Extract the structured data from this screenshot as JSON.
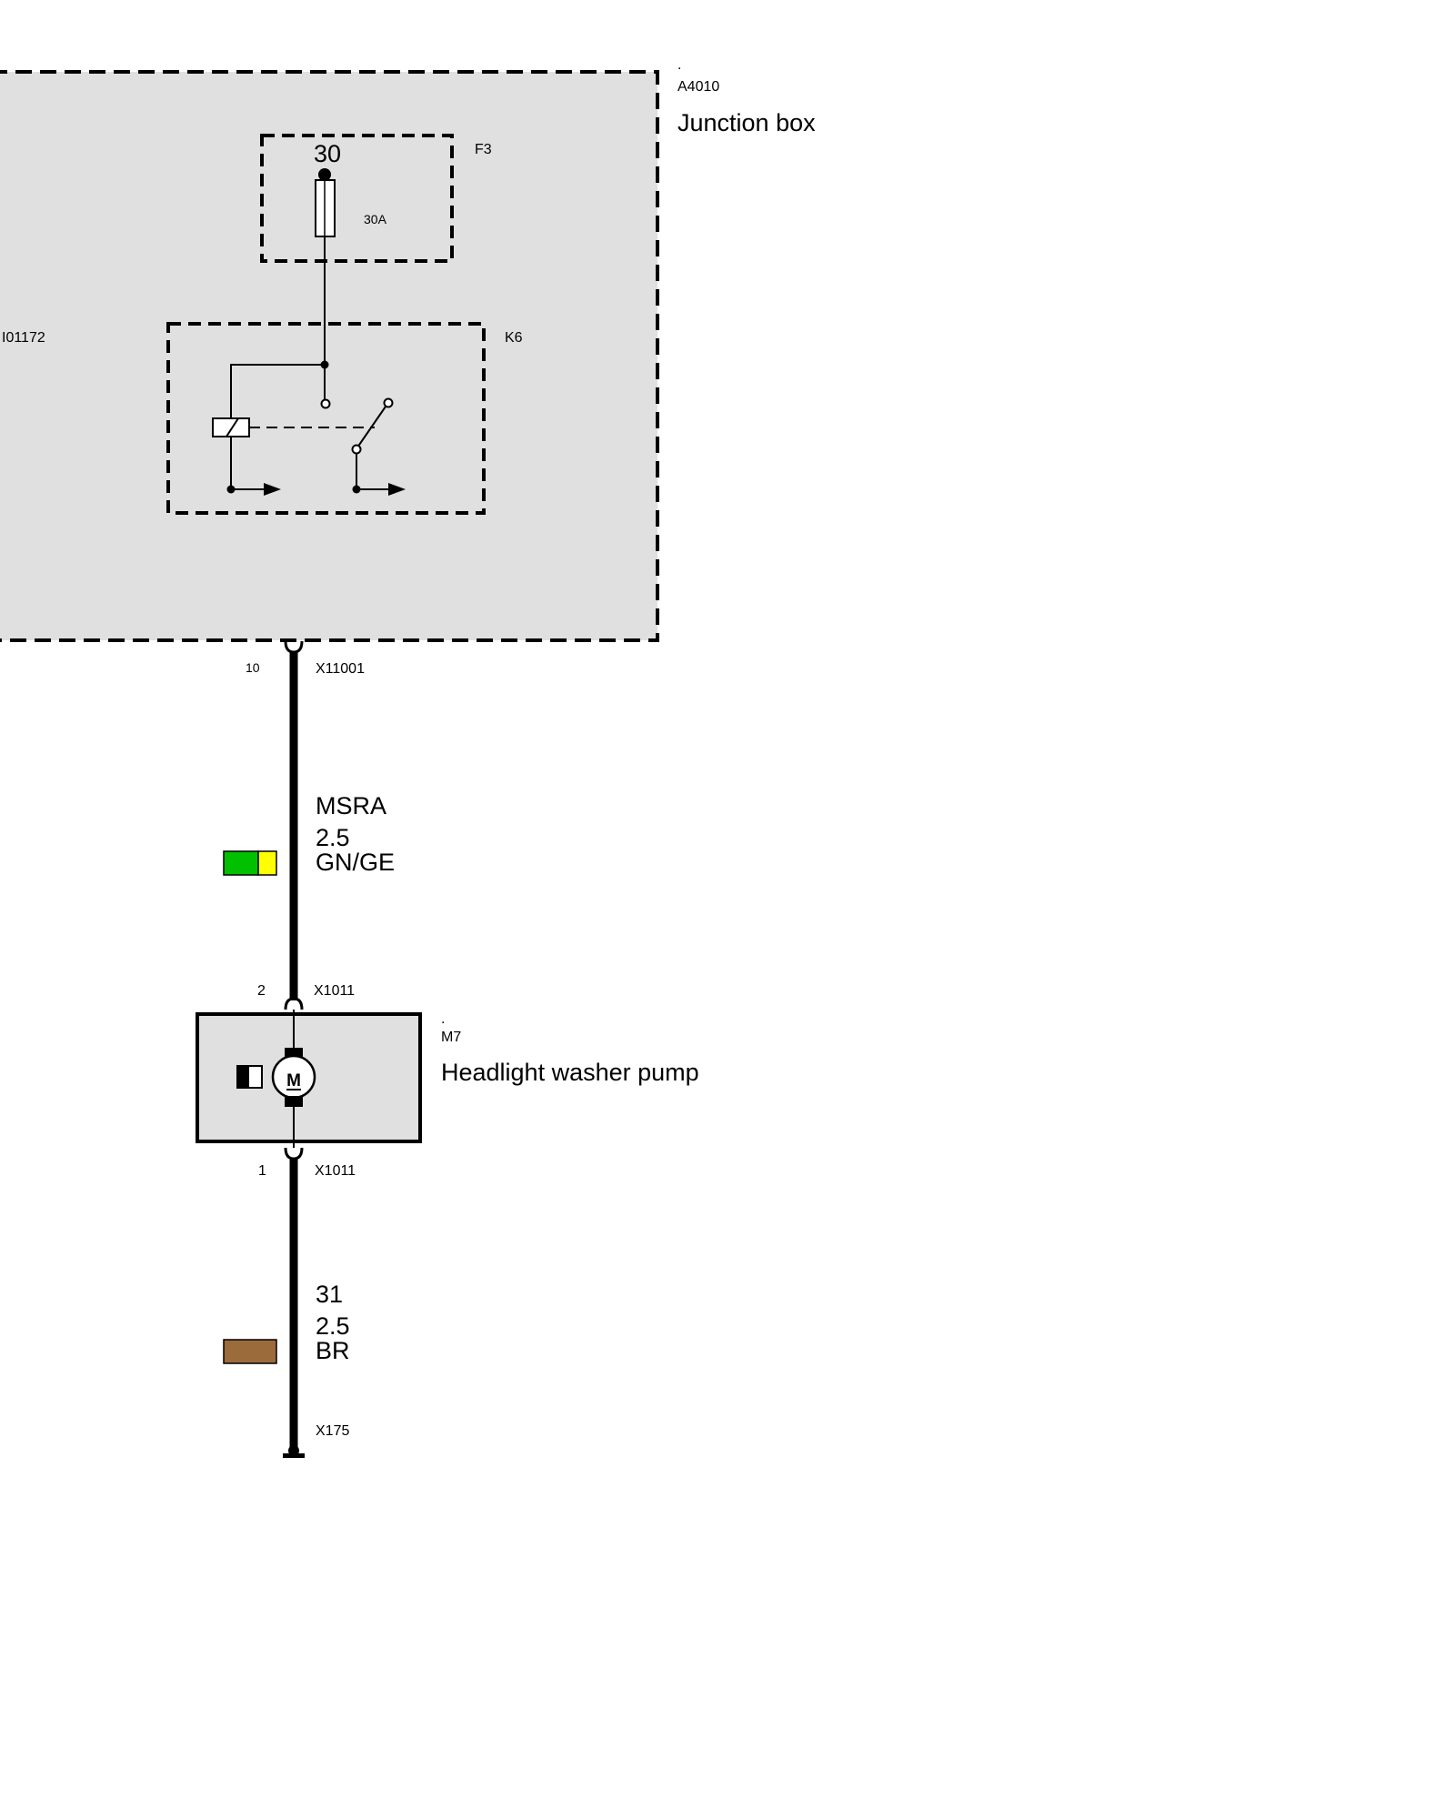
{
  "junction_box": {
    "dot": ".",
    "ref": "A4010",
    "name": "Junction box",
    "fill": "#e0e0e0"
  },
  "side_label": "I01172",
  "fuse": {
    "ref": "F3",
    "terminal": "30",
    "rating": "30A"
  },
  "relay": {
    "ref": "K6"
  },
  "connector_top": {
    "pin": "10",
    "ref": "X11001"
  },
  "wire_top": {
    "signal": "MSRA",
    "size": "2.5",
    "color_code": "GN/GE",
    "colors": [
      "#00c000",
      "#ffff00"
    ]
  },
  "connector_pump_in": {
    "pin": "2",
    "ref": "X1011"
  },
  "pump": {
    "dot": ".",
    "ref": "M7",
    "name": "Headlight washer pump",
    "motor_letter": "M",
    "fill": "#e0e0e0"
  },
  "connector_pump_out": {
    "pin": "1",
    "ref": "X1011"
  },
  "wire_bottom": {
    "signal": "31",
    "size": "2.5",
    "color_code": "BR",
    "colors": [
      "#9c6b3c"
    ]
  },
  "ground": {
    "ref": "X175"
  }
}
